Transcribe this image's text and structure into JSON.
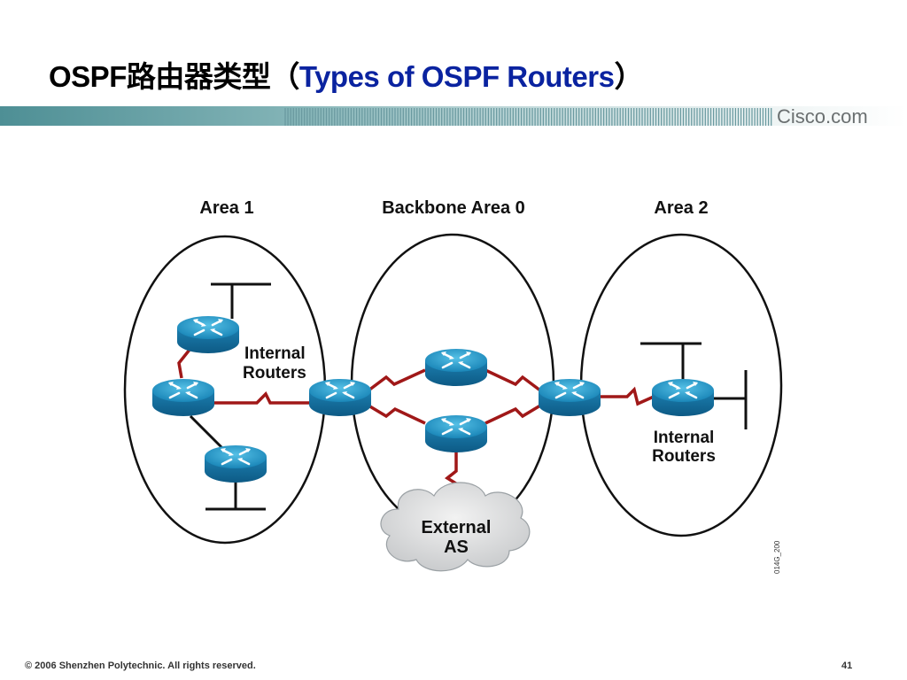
{
  "title": {
    "zh": "OSPF路由器类型（",
    "en": "Types of OSPF Routers",
    "close": "）"
  },
  "logo": "Cisco.com",
  "diagram": {
    "area1": "Area 1",
    "area0": "Backbone Area 0",
    "area2": "Area 2",
    "internal_left_1": "Internal",
    "internal_left_2": "Routers",
    "internal_right_1": "Internal",
    "internal_right_2": "Routers",
    "external_1": "External",
    "external_2": "AS",
    "figure_code": "014G_200"
  },
  "colors": {
    "title_blue": "#0a23a0",
    "serial_red": "#a01818",
    "router_blue": "#1e8fc0"
  },
  "footer": "© 2006 Shenzhen Polytechnic. All rights reserved.",
  "page_number": "41"
}
